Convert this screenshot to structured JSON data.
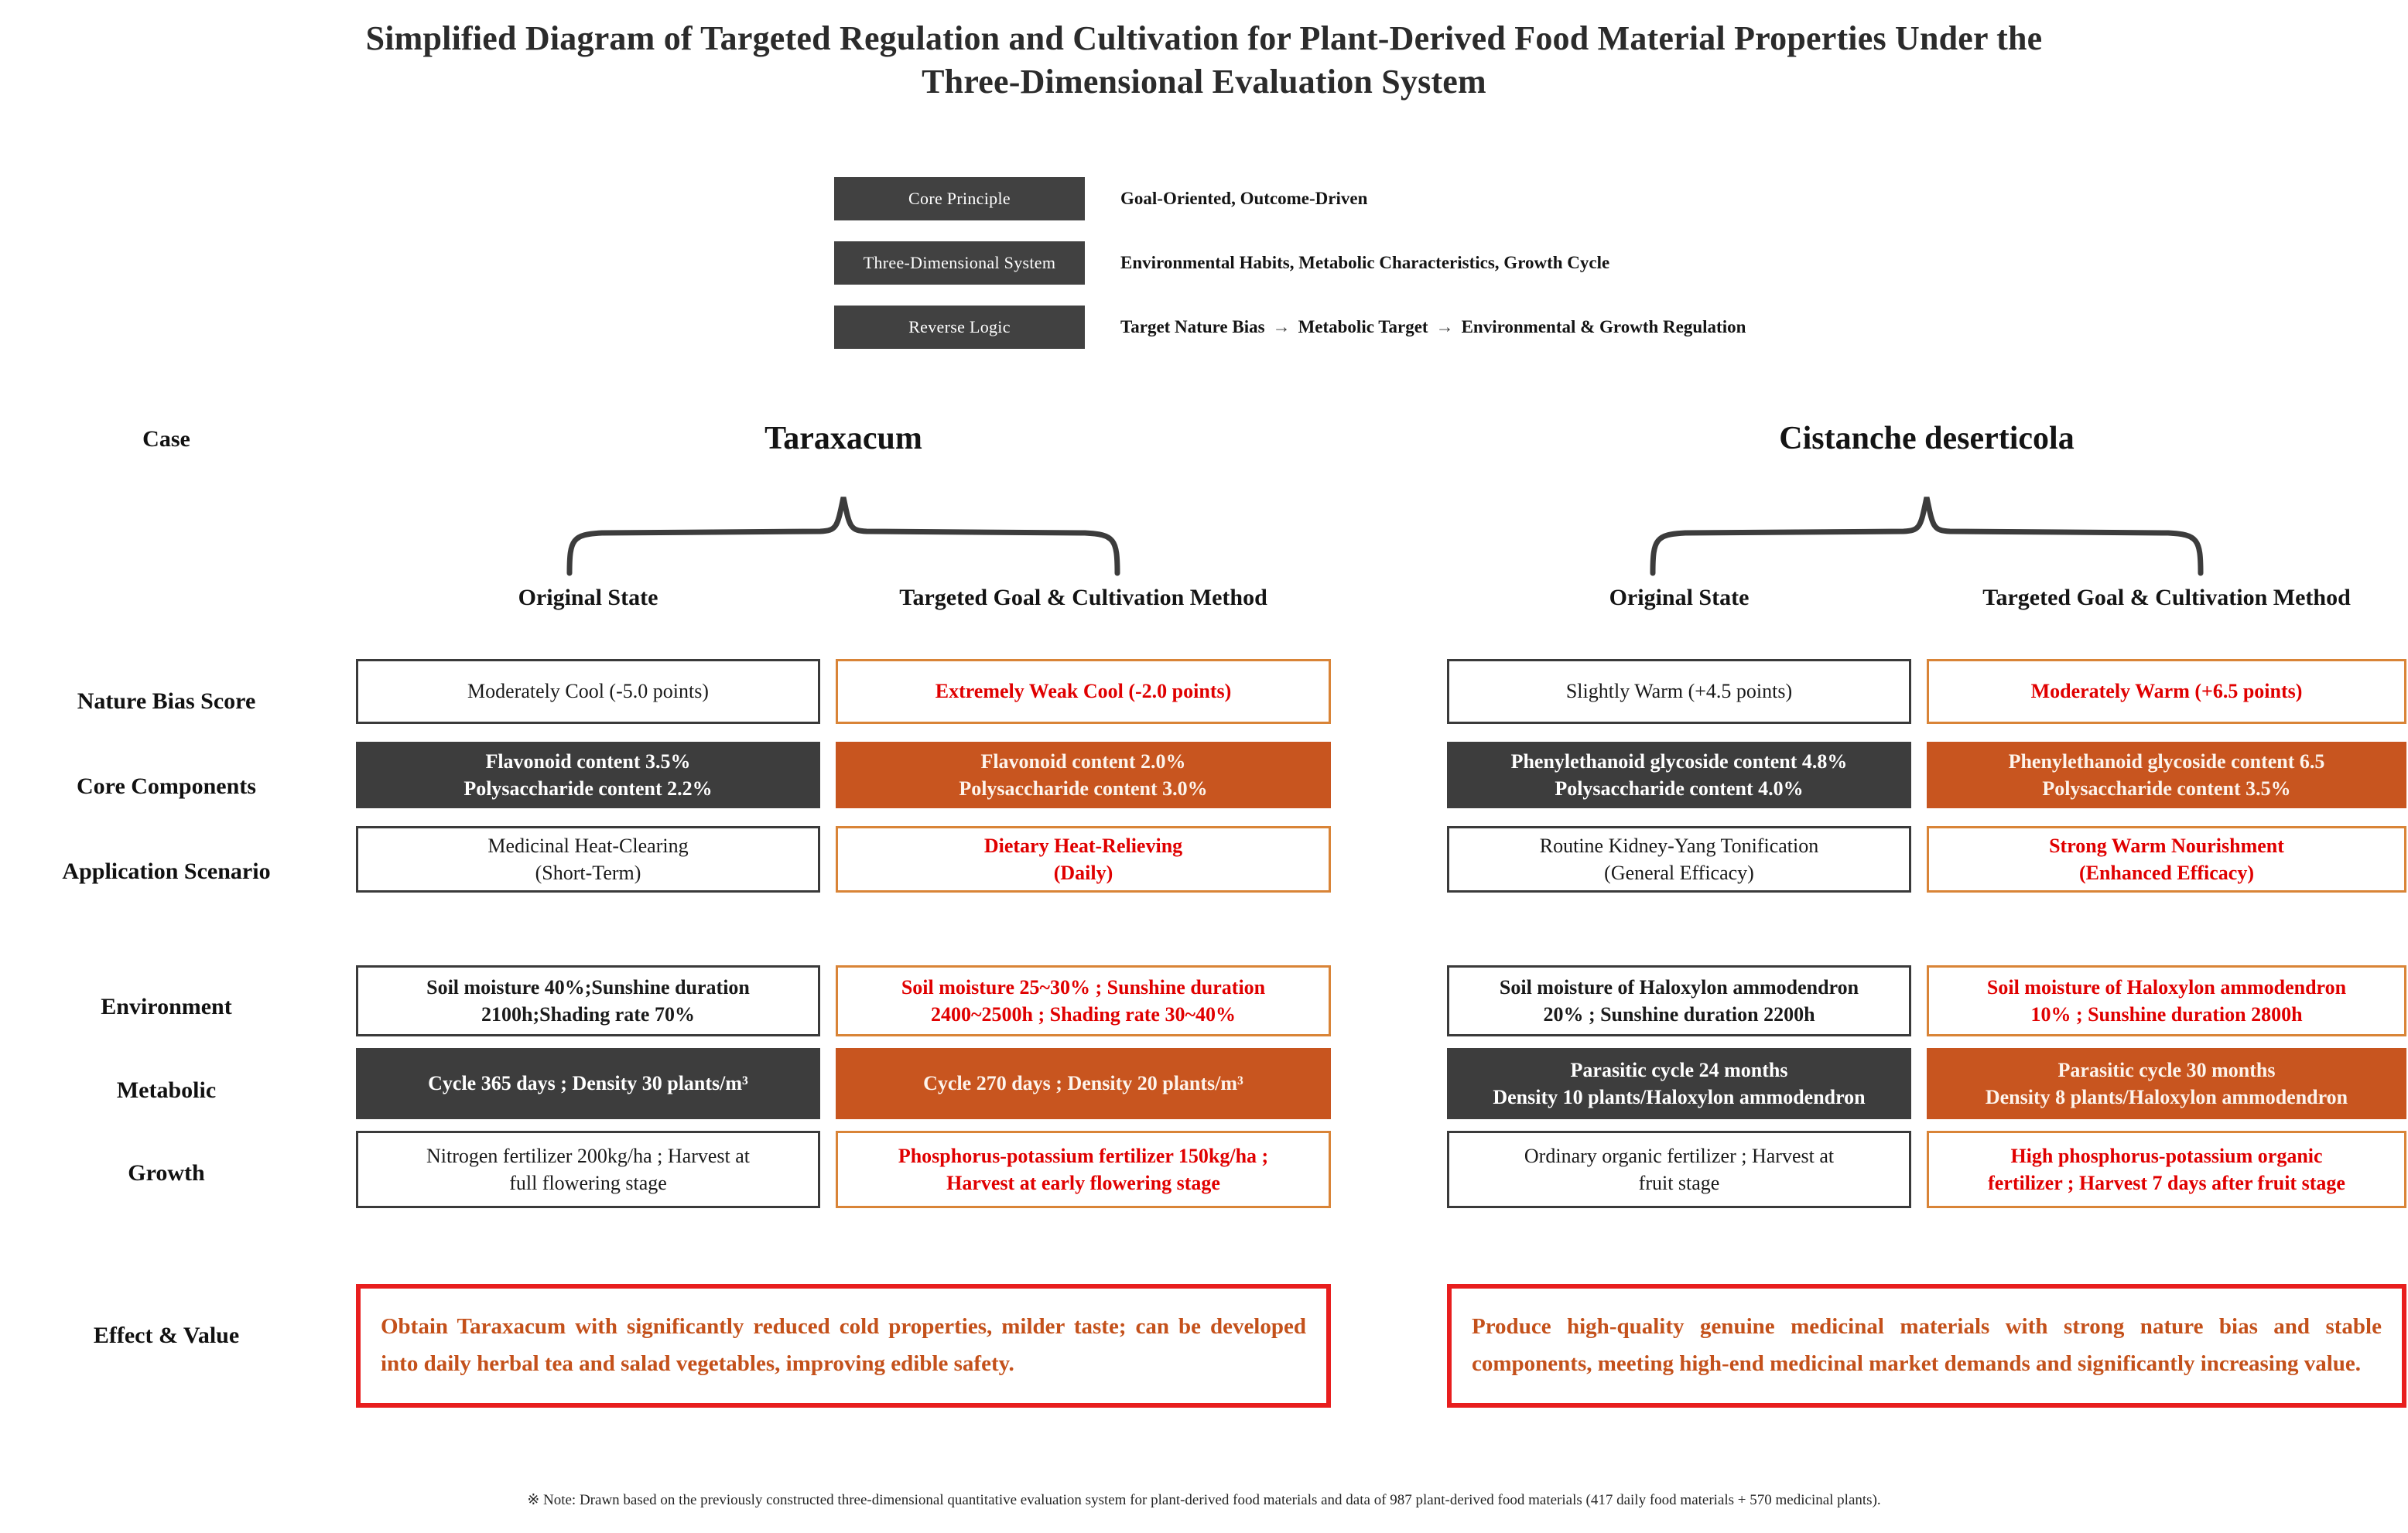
{
  "title": {
    "line1": "Simplified Diagram of Targeted Regulation and Cultivation for Plant-Derived Food Material Properties Under the",
    "line2": "Three-Dimensional Evaluation System"
  },
  "legend": {
    "rows": [
      {
        "tag": "Core Principle",
        "desc": "Goal-Oriented, Outcome-Driven"
      },
      {
        "tag": "Three-Dimensional System",
        "desc": "Environmental Habits, Metabolic Characteristics, Growth Cycle"
      },
      {
        "tag": "Reverse Logic",
        "desc_parts": [
          "Target Nature Bias",
          "Metabolic Target",
          "Environmental & Growth Regulation"
        ],
        "arrow": "→"
      }
    ]
  },
  "row_labels": {
    "case": "Case",
    "nature_bias_score": "Nature Bias Score",
    "core_components": "Core Components",
    "application_scenario": "Application Scenario",
    "environment": "Environment",
    "metabolic": "Metabolic",
    "growth": "Growth",
    "effect_value": "Effect & Value"
  },
  "column_headers": {
    "original_state": "Original State",
    "targeted_goal": "Targeted Goal & Cultivation Method"
  },
  "cases": [
    {
      "name": "Taraxacum",
      "original": {
        "nature_bias_score": "Moderately Cool (-5.0 points)",
        "core_components_line1": "Flavonoid content 3.5%",
        "core_components_line2": "Polysaccharide content 2.2%",
        "application_scenario_line1": "Medicinal Heat-Clearing",
        "application_scenario_line2": "(Short-Term)",
        "environment_line1": "Soil moisture 40%;Sunshine duration",
        "environment_line2": "2100h;Shading rate 70%",
        "metabolic": "Cycle 365 days ; Density 30 plants/m³",
        "growth_line1": "Nitrogen fertilizer 200kg/ha ; Harvest at",
        "growth_line2": "full flowering stage"
      },
      "targeted": {
        "nature_bias_score": "Extremely Weak Cool (-2.0 points)",
        "core_components_line1": "Flavonoid content 2.0%",
        "core_components_line2": "Polysaccharide content 3.0%",
        "application_scenario_line1": "Dietary Heat-Relieving",
        "application_scenario_line2": "(Daily)",
        "environment_line1": "Soil moisture 25~30% ; Sunshine duration",
        "environment_line2": "2400~2500h ; Shading rate 30~40%",
        "metabolic": "Cycle 270 days ; Density 20 plants/m³",
        "growth_line1": "Phosphorus-potassium fertilizer 150kg/ha ;",
        "growth_line2": "Harvest at early flowering stage"
      },
      "effect_value": "Obtain Taraxacum with significantly reduced cold properties, milder taste; can be developed into daily herbal tea and salad vegetables, improving edible safety."
    },
    {
      "name": "Cistanche deserticola",
      "original": {
        "nature_bias_score": "Slightly Warm (+4.5 points)",
        "core_components_line1": "Phenylethanoid glycoside content 4.8%",
        "core_components_line2": "Polysaccharide content 4.0%",
        "application_scenario_line1": "Routine Kidney-Yang Tonification",
        "application_scenario_line2": "(General Efficacy)",
        "environment_line1": "Soil moisture of Haloxylon ammodendron",
        "environment_line2": "20% ; Sunshine duration 2200h",
        "metabolic_line1": "Parasitic cycle 24 months",
        "metabolic_line2": "Density 10 plants/Haloxylon ammodendron",
        "growth_line1": "Ordinary organic fertilizer ; Harvest at",
        "growth_line2": "fruit stage"
      },
      "targeted": {
        "nature_bias_score": "Moderately Warm (+6.5 points)",
        "core_components_line1": "Phenylethanoid glycoside content 6.5",
        "core_components_line2": "Polysaccharide content 3.5%",
        "application_scenario_line1": "Strong Warm Nourishment",
        "application_scenario_line2": "(Enhanced Efficacy)",
        "environment_line1": "Soil moisture of Haloxylon ammodendron",
        "environment_line2": "10% ; Sunshine duration 2800h",
        "metabolic_line1": "Parasitic cycle 30 months",
        "metabolic_line2": "Density 8 plants/Haloxylon ammodendron",
        "growth_line1": "High phosphorus-potassium organic",
        "growth_line2": "fertilizer ; Harvest 7 days after fruit stage"
      },
      "effect_value": "Produce high-quality genuine medicinal materials with strong nature bias and stable components, meeting high-end medicinal market demands and significantly increasing value."
    }
  ],
  "footnote": "※ Note: Drawn based on the previously constructed three-dimensional quantitative evaluation system for plant-derived food materials and data of 987 plant-derived food materials (417 daily food materials + 570 medicinal plants).",
  "colors": {
    "dark_fill": "#3d3d3d",
    "orange_fill": "#c8551f",
    "orange_border": "#d98437",
    "red_text": "#e00000",
    "effect_border": "#e81e1e",
    "effect_text": "#c4511b"
  }
}
